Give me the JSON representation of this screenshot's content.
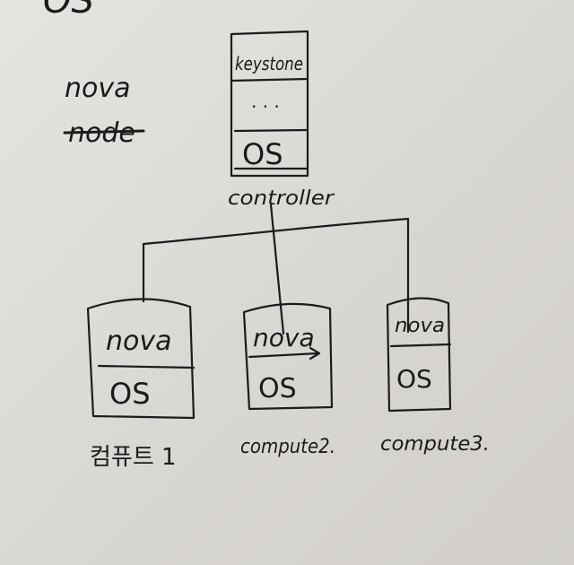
{
  "heading": "OS",
  "legend": {
    "line1": "nova",
    "line2_struck": "node"
  },
  "controller": {
    "top_layer": "keystone",
    "middle_layer": ". . .",
    "bottom_layer": "OS",
    "label": "controller"
  },
  "nodes": [
    {
      "top_layer": "nova",
      "bottom_layer": "OS",
      "label": "컴퓨트 1"
    },
    {
      "top_layer": "nova",
      "bottom_layer": "OS",
      "label": "compute2."
    },
    {
      "top_layer": "nova",
      "bottom_layer": "OS",
      "label": "compute3."
    }
  ]
}
